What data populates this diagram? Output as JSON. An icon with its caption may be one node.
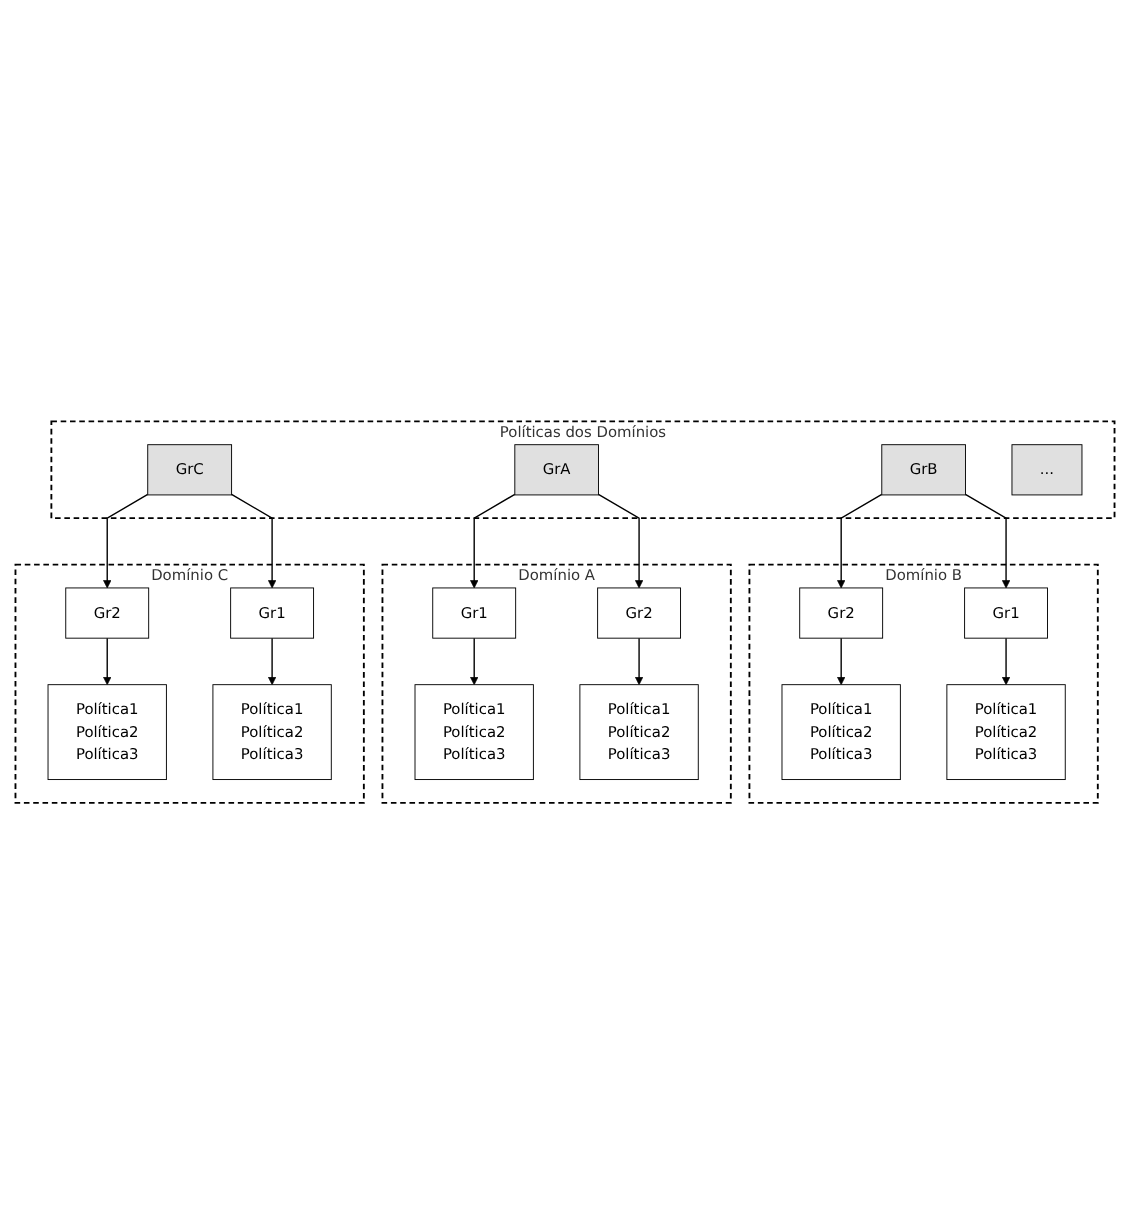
{
  "diagram": {
    "nodes": [
      {
        "text": [
          "Domínio B"
        ]
      },
      {
        "text": [
          "Política1",
          "Política2",
          "Política3"
        ],
        "in": 0
      },
      {
        "text": [
          "Política1",
          "Política2",
          "Política3"
        ],
        "in": 0
      },
      {
        "text": [
          "Gr1"
        ],
        "in": 0
      },
      {
        "text": [
          "Gr2"
        ],
        "in": 0
      },
      {
        "text": [
          "Políticas dos Domínios"
        ]
      },
      {
        "text": [
          "GrA"
        ],
        "in": 5
      },
      {
        "text": [
          "GrB"
        ],
        "in": 5
      },
      {
        "text": [
          "GrC"
        ],
        "in": 5
      },
      {
        "text": [
          "..."
        ],
        "in": 5
      },
      {
        "text": [
          "Domínio A"
        ]
      },
      {
        "text": [
          "Política1",
          "Política2",
          "Política3"
        ],
        "in": 10
      },
      {
        "text": [
          "Gr1"
        ],
        "in": 10
      },
      {
        "text": [
          "Gr2"
        ],
        "in": 10
      },
      {
        "text": [
          "Política1",
          "Política2",
          "Política3"
        ],
        "in": 10
      },
      {
        "text": [
          "Domínio C"
        ]
      },
      {
        "text": [
          "Gr1"
        ],
        "in": 15
      },
      {
        "text": [
          "Gr2"
        ],
        "in": 15
      },
      {
        "text": [
          "Política1",
          "Política2",
          "Política3"
        ],
        "in": 15
      },
      {
        "text": [
          "Política1",
          "Política2",
          "Política3"
        ],
        "in": 15
      }
    ],
    "edges": [
      {
        "from": 3,
        "to": 2,
        "arrow": "to"
      },
      {
        "from": 4,
        "to": 1,
        "arrow": "to"
      },
      {
        "from": 7,
        "to": 3,
        "arrow": "to"
      },
      {
        "from": 7,
        "to": 4,
        "arrow": "to"
      },
      {
        "from": 6,
        "to": 12,
        "arrow": "to"
      },
      {
        "from": 6,
        "to": 13,
        "arrow": "to"
      },
      {
        "from": 8,
        "to": 16,
        "arrow": "to"
      },
      {
        "from": 8,
        "to": 17,
        "arrow": "to"
      },
      {
        "from": 12,
        "to": 11,
        "arrow": "to"
      },
      {
        "from": 13,
        "to": 14,
        "arrow": "to"
      },
      {
        "from": 17,
        "to": 18,
        "arrow": "to"
      },
      {
        "from": 16,
        "to": 19,
        "arrow": "to"
      }
    ]
  }
}
